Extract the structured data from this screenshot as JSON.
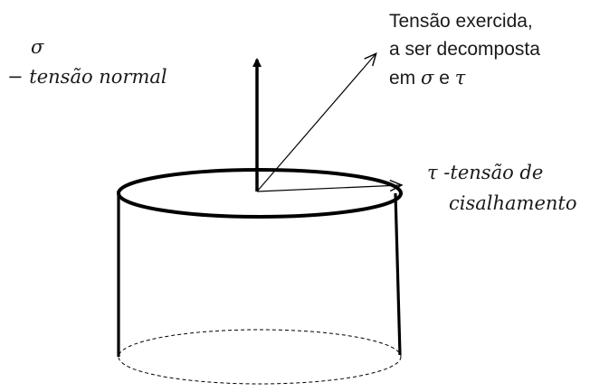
{
  "labels": {
    "sigma_symbol": "σ",
    "normal_stress": "− tensão normal",
    "resultant_line1": "Tensão exercida,",
    "resultant_line2": "a ser decomposta",
    "resultant_line3_prefix": "em ",
    "resultant_line3_sigma": "σ",
    "resultant_line3_mid": " e ",
    "resultant_line3_tau": "τ",
    "tau_symbol": "τ",
    "shear_line1": " -tensão de",
    "shear_line2": "cisalhamento"
  },
  "colors": {
    "stroke": "#000000",
    "text": "#1a1a1a",
    "background": "#ffffff"
  }
}
